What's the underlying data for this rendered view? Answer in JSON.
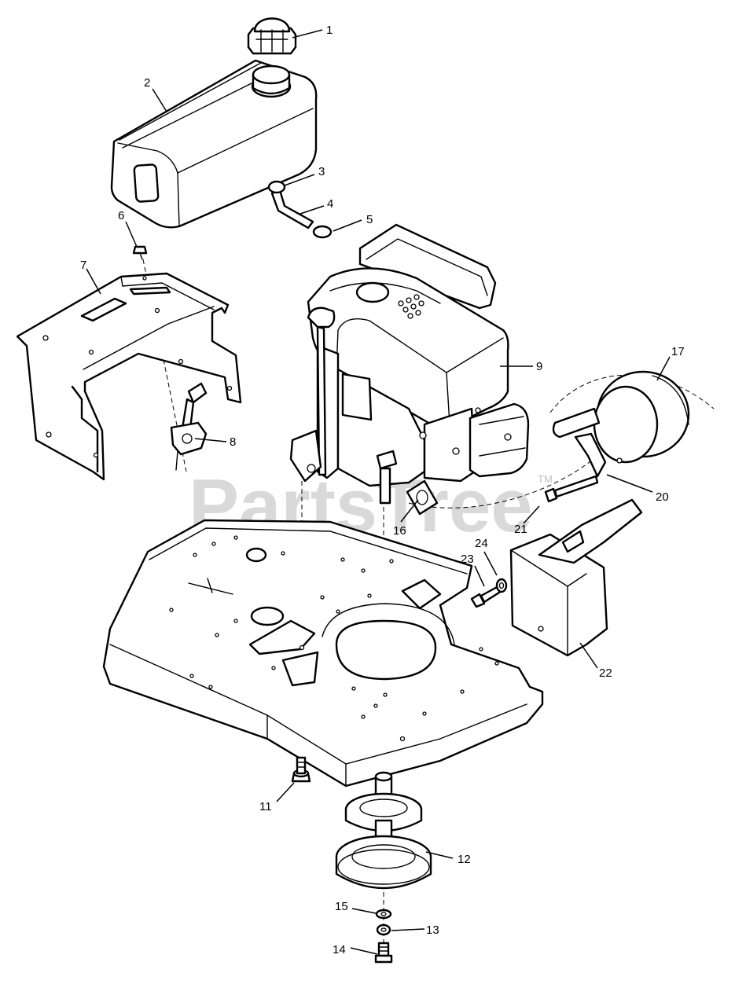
{
  "watermark": {
    "text": "PartsTree",
    "tm": "TM"
  },
  "callouts": [
    "1",
    "2",
    "3",
    "4",
    "5",
    "6",
    "7",
    "8",
    "9",
    "11",
    "12",
    "13",
    "14",
    "15",
    "16",
    "17",
    "20",
    "21",
    "22",
    "23",
    "24"
  ]
}
